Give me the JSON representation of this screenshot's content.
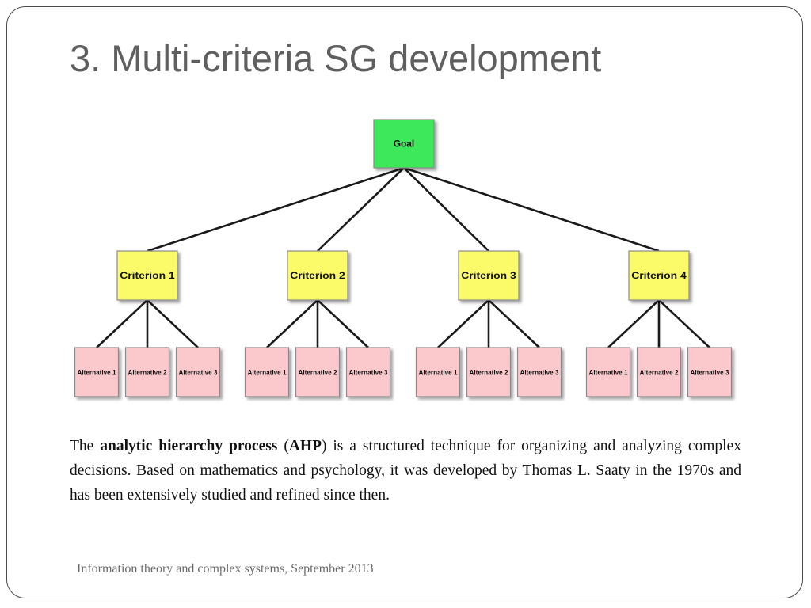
{
  "slide": {
    "title": "3. Multi-criteria SG development",
    "footer": "Information theory and complex systems, September 2013"
  },
  "diagram": {
    "goal": {
      "label": "Goal",
      "color": "#3de85a"
    },
    "criterion_color": "#fbfb6a",
    "alternative_color": "#fbc8cc",
    "criteria": [
      {
        "label": "Criterion 1",
        "alternatives": [
          "Alternative 1",
          "Alternative 2",
          "Alternative 3"
        ]
      },
      {
        "label": "Criterion 2",
        "alternatives": [
          "Alternative 1",
          "Alternative 2",
          "Alternative 3"
        ]
      },
      {
        "label": "Criterion 3",
        "alternatives": [
          "Alternative 1",
          "Alternative 2",
          "Alternative 3"
        ]
      },
      {
        "label": "Criterion 4",
        "alternatives": [
          "Alternative 1",
          "Alternative 2",
          "Alternative 3"
        ]
      }
    ]
  },
  "paragraph": {
    "part1": "The ",
    "term": "analytic hierarchy process",
    "part2": " (",
    "abbr": "AHP",
    "part3": ") is a structured technique for organizing and analyzing complex decisions. Based on mathematics and psychology, it was developed by Thomas L. Saaty in the 1970s and has been extensively studied and refined since then."
  }
}
